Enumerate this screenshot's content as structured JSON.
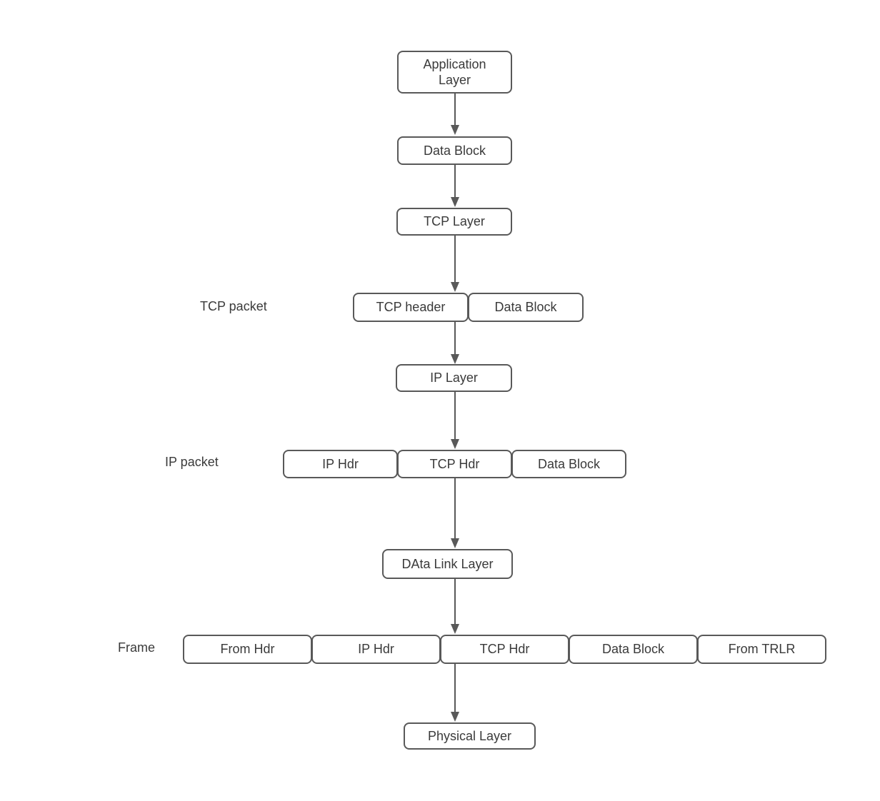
{
  "diagram": {
    "description": "TCP/IP data encapsulation flow diagram",
    "colors": {
      "box_border": "#595959",
      "box_fill": "#ffffff",
      "text": "#3a3a3a",
      "arrow": "#595959",
      "background": "#ffffff"
    },
    "nodes": {
      "application_layer": "Application Layer",
      "data_block_top": "Data Block",
      "tcp_layer": "TCP Layer",
      "tcp_header": "TCP header",
      "tcp_packet_data_block": "Data Block",
      "ip_layer": "IP Layer",
      "ip_packet_ip_hdr": "IP Hdr",
      "ip_packet_tcp_hdr": "TCP Hdr",
      "ip_packet_data_block": "Data Block",
      "data_link_layer": "DAta Link Layer",
      "frame_from_hdr": "From Hdr",
      "frame_ip_hdr": "IP Hdr",
      "frame_tcp_hdr": "TCP Hdr",
      "frame_data_block": "Data Block",
      "frame_from_trlr": "From TRLR",
      "physical_layer": "Physical Layer"
    },
    "row_labels": {
      "tcp_packet": "TCP packet",
      "ip_packet": "IP packet",
      "frame": "Frame"
    }
  }
}
